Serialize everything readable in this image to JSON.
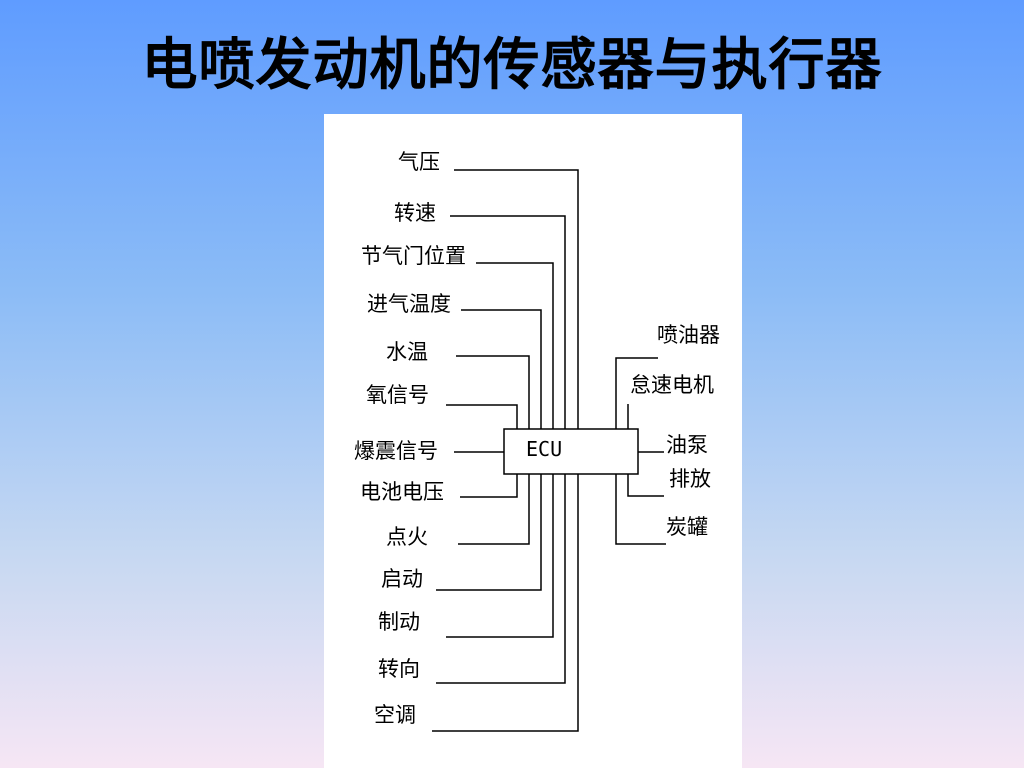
{
  "slide": {
    "title": "电喷发动机的传感器与执行器"
  },
  "diagram": {
    "ecu_label": "ECU",
    "sensors": [
      "气压",
      "转速",
      "节气门位置",
      "进气温度",
      "水温",
      "氧信号",
      "爆震信号",
      "电池电压",
      "点火",
      "启动",
      "制动",
      "转向",
      "空调"
    ],
    "actuators": [
      "喷油器",
      "怠速电机",
      "油泵",
      "排放",
      "炭罐"
    ]
  }
}
